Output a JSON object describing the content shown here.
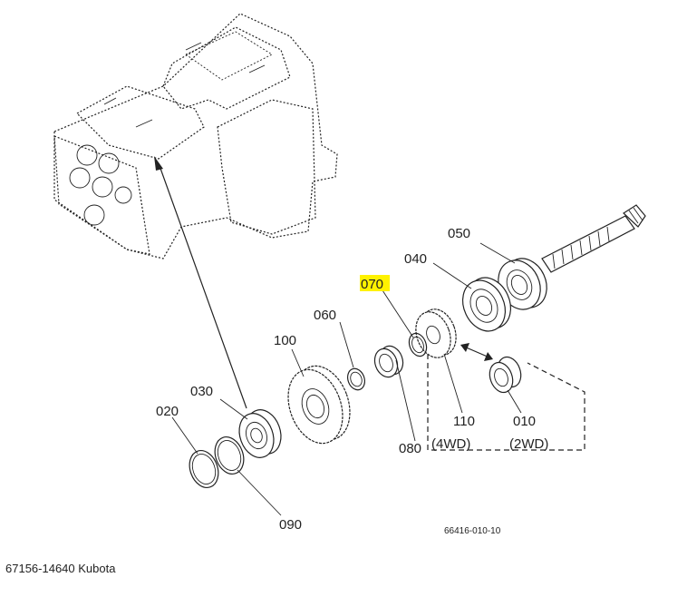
{
  "callouts": {
    "p010": "010",
    "p020": "020",
    "p030": "030",
    "p040": "040",
    "p050": "050",
    "p060": "060",
    "p070": "070",
    "p080": "080",
    "p090": "090",
    "p100": "100",
    "p110": "110"
  },
  "notes": {
    "fourwd": "(4WD)",
    "twowd": "(2WD)"
  },
  "drawing_code": "66416-010-10",
  "caption": "67156-14640 Kubota",
  "highlight_color": "#fff200"
}
